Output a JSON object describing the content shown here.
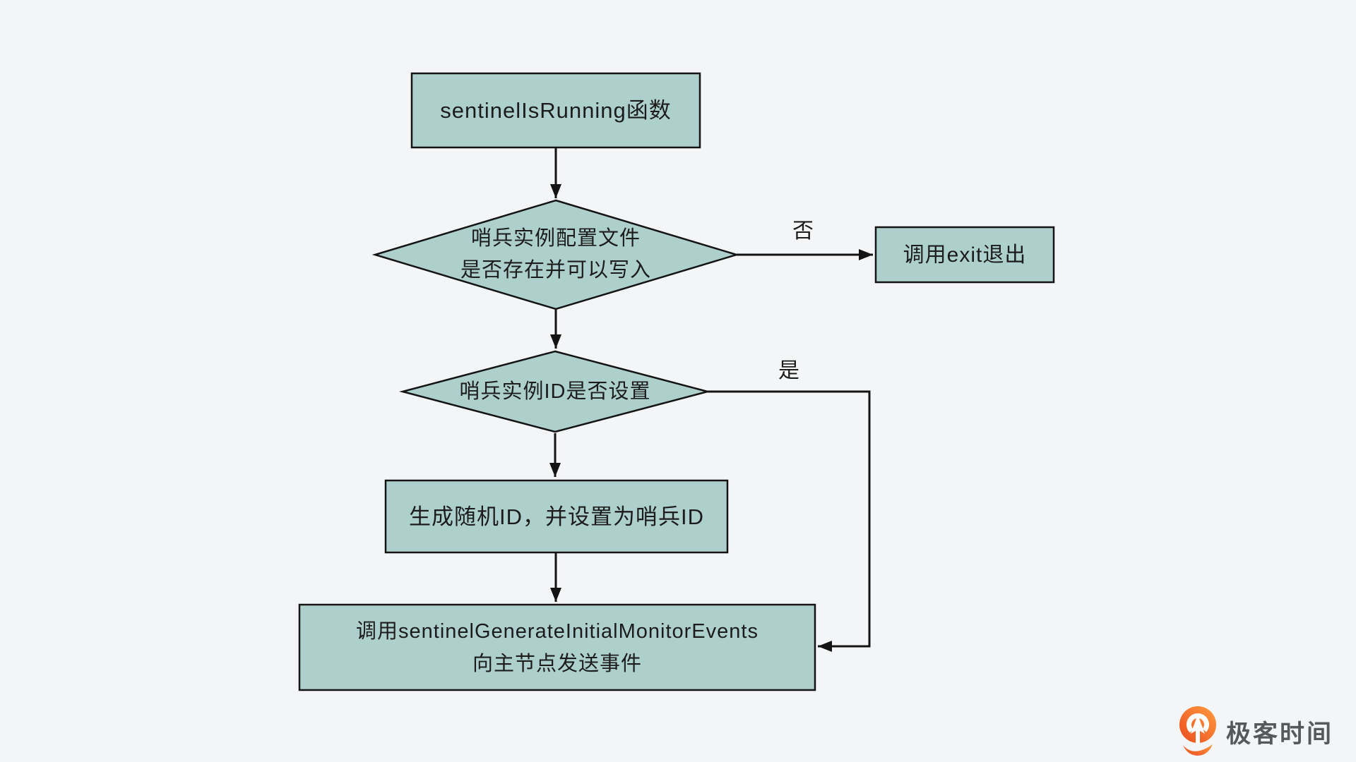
{
  "flowchart": {
    "start": {
      "text": "sentinelIsRunning函数"
    },
    "decision_config": {
      "line1": "哨兵实例配置文件",
      "line2": "是否存在并可以写入"
    },
    "branch_no": "否",
    "exit_box": {
      "text": "调用exit退出"
    },
    "decision_id": {
      "text": "哨兵实例ID是否设置"
    },
    "branch_yes": "是",
    "generate_id": {
      "text": "生成随机ID，并设置为哨兵ID"
    },
    "send_events": {
      "line1": "调用sentinelGenerateInitialMonitorEvents",
      "line2": "向主节点发送事件"
    }
  },
  "logo": {
    "text": "极客时间"
  },
  "colors": {
    "background": "#f4f5f6",
    "node_fill": "#aed0cd",
    "node_border": "#141414",
    "arrow": "#141414",
    "text": "#1c1c1c",
    "logo_text": "#57585a",
    "logo_orange_dark": "#ec4b1f",
    "logo_orange_light": "#ff9c3e"
  }
}
